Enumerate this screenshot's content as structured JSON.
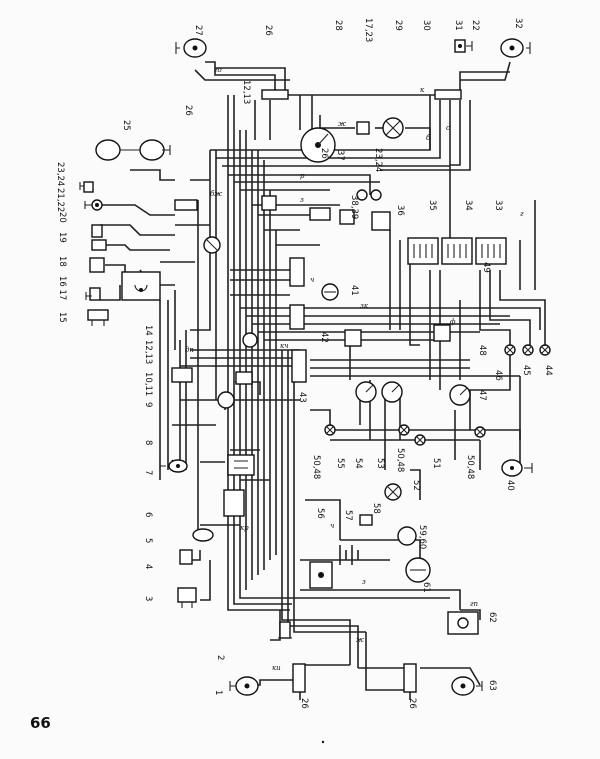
{
  "page": {
    "number": "66"
  },
  "component_labels": {
    "c1": "1",
    "c2": "2",
    "c3": "3",
    "c4": "4",
    "c5": "5",
    "c6": "6",
    "c7": "7",
    "c8": "8",
    "c9": "9",
    "c10_11": "10,11",
    "c12_13a": "12,13",
    "c12_13b": "12,13",
    "c14": "14",
    "c15": "15",
    "c16_17": "16 17",
    "c18": "18",
    "c19": "19",
    "c20": "20",
    "c21_22": "21,22",
    "c23_24": "23,24",
    "c25": "25",
    "c26a": "26",
    "c26b": "26",
    "c26c": "26",
    "c26d": "26",
    "c26e": "26",
    "c27": "27",
    "c28": "28",
    "c29": "29",
    "c30": "30",
    "c31": "31",
    "c32": "32",
    "c33": "33",
    "c34": "34",
    "c35": "35",
    "c36": "36",
    "c37": "37",
    "c38_39": "38,39",
    "c40": "40",
    "c41": "41",
    "c42": "42",
    "c43": "43",
    "c44": "44",
    "c45": "45",
    "c46": "46",
    "c47": "47",
    "c48": "48",
    "c49": "49",
    "c50_48a": "50,48",
    "c50_48b": "50,48",
    "c50_48c": "50,48",
    "c51": "51",
    "c52": "52",
    "c53": "53",
    "c54": "54",
    "c55": "55",
    "c56": "56",
    "c57": "57",
    "c58": "58",
    "c59_60": "59,60",
    "c61": "61",
    "c62": "62",
    "c63": "63",
    "c22": "22",
    "c17_23": "17,23"
  },
  "wire_codes": {
    "w1": "ж",
    "w2": "к",
    "w3": "го",
    "w4": "б",
    "w5": "с",
    "w6": "р",
    "w7": "г",
    "w8": "з",
    "w9": "ч",
    "w10": "кч",
    "w11": "ф",
    "w12": "дп",
    "w13": "бж",
    "w14": "зк",
    "w15": "кр",
    "w16": "ч",
    "w17": "з",
    "w18": "ж",
    "w19": "ки",
    "w20": "гп"
  }
}
